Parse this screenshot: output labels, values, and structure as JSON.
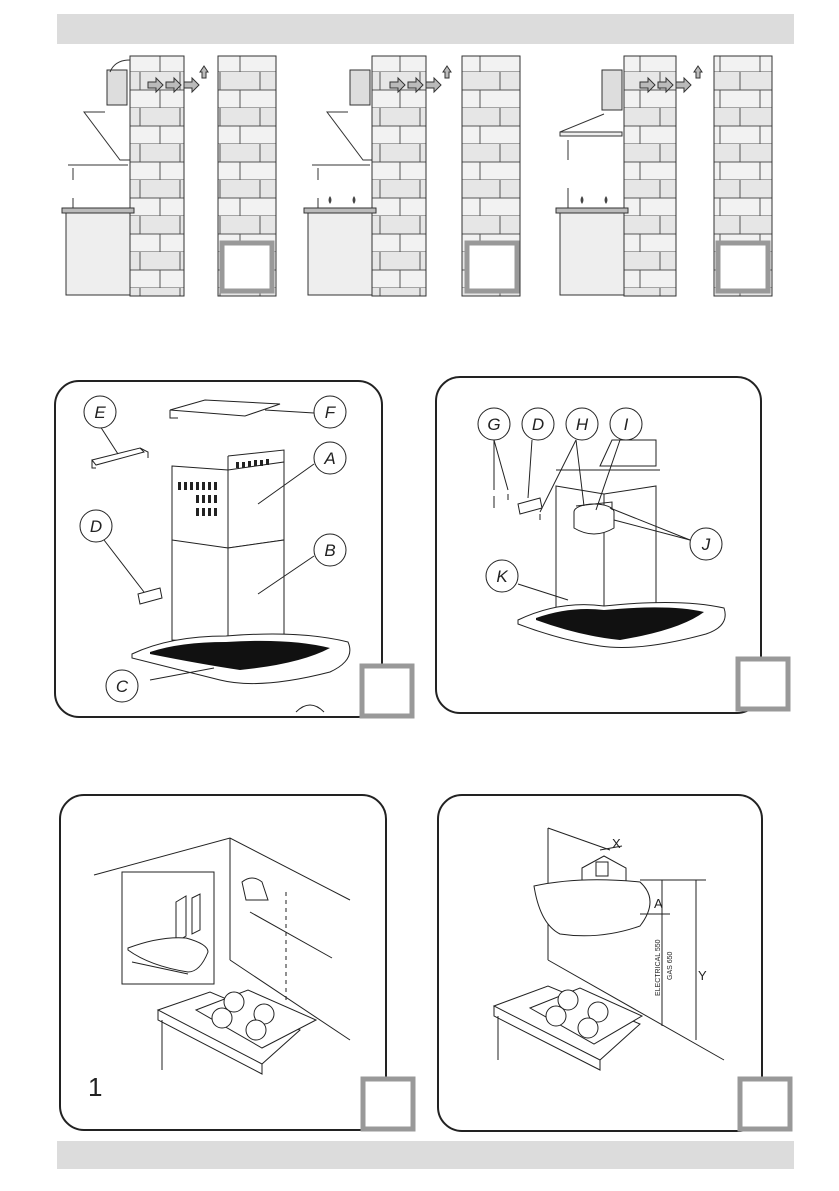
{
  "panel2": {
    "labels": {
      "a": "A",
      "b": "B",
      "c": "C",
      "d": "D",
      "e": "E",
      "f": "F"
    }
  },
  "panel3": {
    "labels": {
      "g": "G",
      "d": "D",
      "h": "H",
      "i": "I",
      "j": "J",
      "k": "K"
    }
  },
  "panel4": {
    "step_number": "1"
  },
  "panel5": {
    "x_label": "X",
    "a_label": "A",
    "y_label": "Y",
    "electrical_label": "ELECTRICAL 550",
    "gas_label": "GAS 650"
  },
  "colors": {
    "header_bar": "#dcdcdc",
    "page_number_box": "#999999",
    "line": "#222222"
  }
}
